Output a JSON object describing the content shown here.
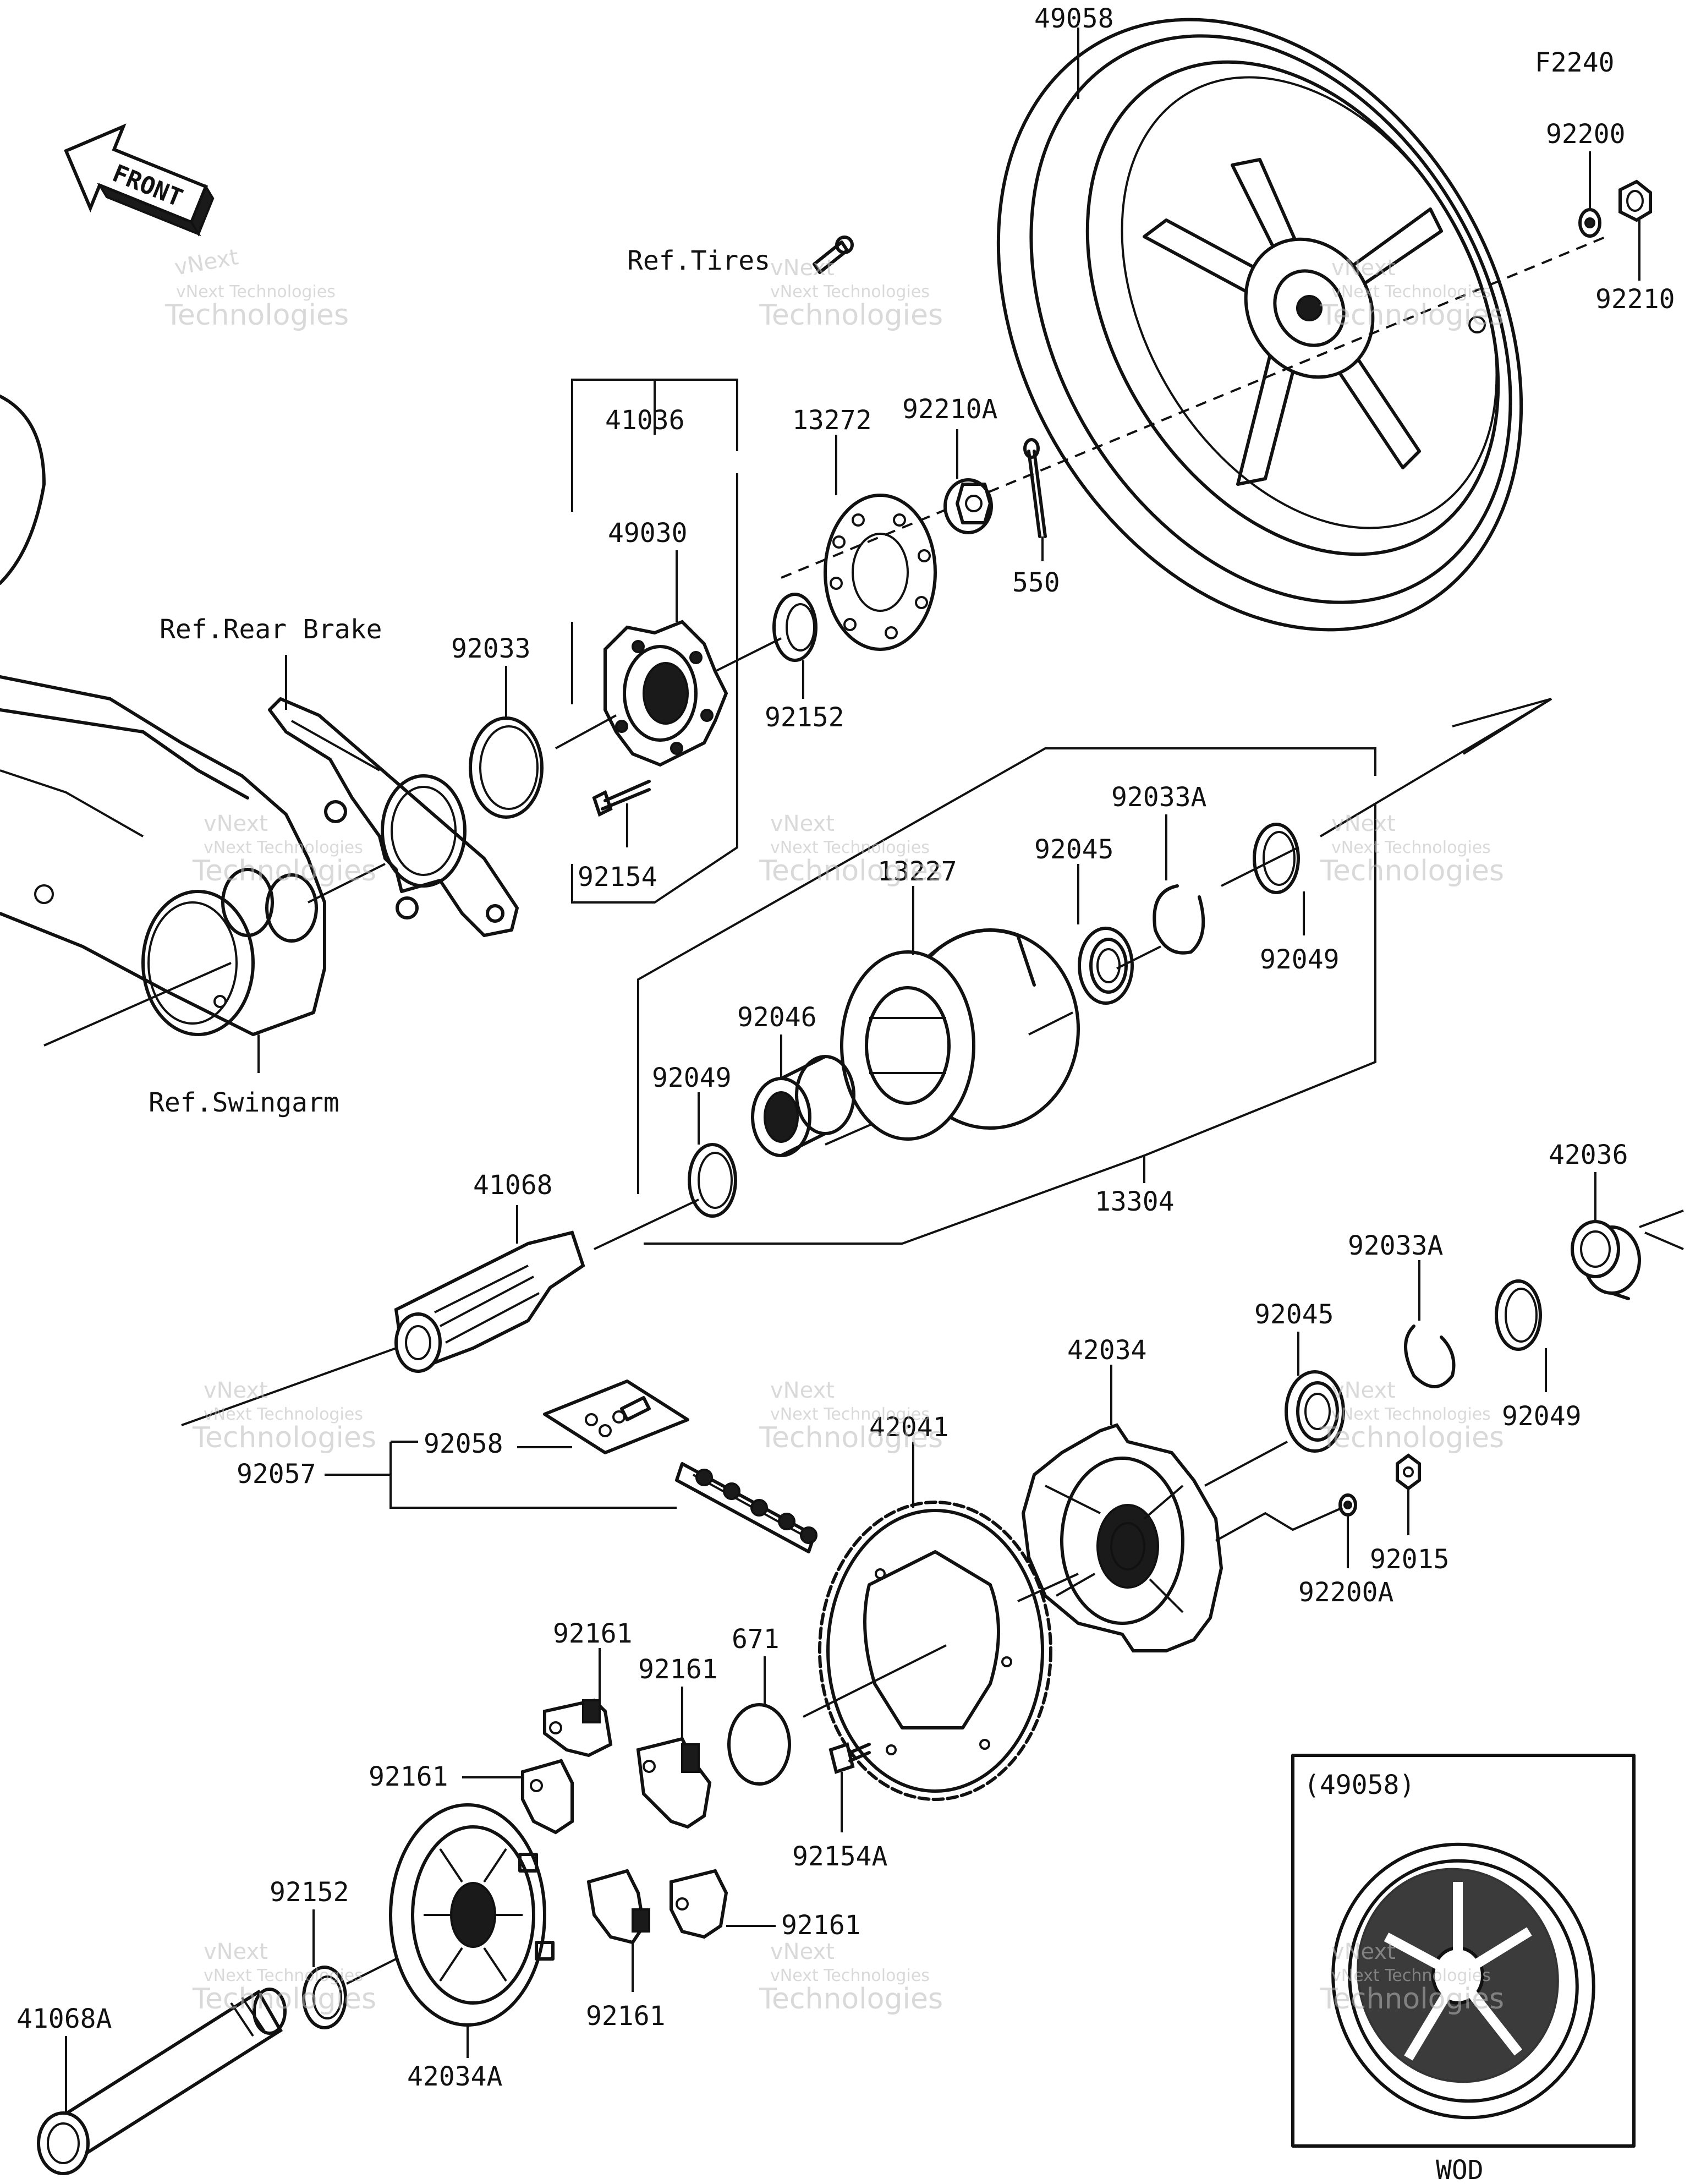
{
  "figure_code": "F2240",
  "front_arrow_text": "FRONT",
  "inset": {
    "ref": "(49058)",
    "caption": "WOD"
  },
  "watermark": {
    "line1": "vNext Technologies",
    "line2": "Technologies",
    "tag": "vNext"
  },
  "references": {
    "tires": "Ref.Tires",
    "rear_brake": "Ref.Rear Brake",
    "swingarm": "Ref.Swingarm"
  },
  "parts": {
    "p49058": "49058",
    "p92200": "92200",
    "p92210": "92210",
    "p41036": "41036",
    "p49030": "49030",
    "p13272": "13272",
    "p92210A": "92210A",
    "p550": "550",
    "p92033": "92033",
    "p92152_top": "92152",
    "p92154": "92154",
    "p13227": "13227",
    "p92045_top": "92045",
    "p92033A_top": "92033A",
    "p92049_top_r": "92049",
    "p92046": "92046",
    "p92049_top_l": "92049",
    "p13304": "13304",
    "p41068": "41068",
    "p42036": "42036",
    "p92033A_bot": "92033A",
    "p92045_bot": "92045",
    "p42034": "42034",
    "p92049_bot": "92049",
    "p92058": "92058",
    "p92057": "92057",
    "p42041": "42041",
    "p92015": "92015",
    "p92200A": "92200A",
    "p92161_a": "92161",
    "p92161_b": "92161",
    "p671": "671",
    "p92161_c": "92161",
    "p92154A": "92154A",
    "p92152_bot": "92152",
    "p92161_d": "92161",
    "p92161_e": "92161",
    "p41068A": "41068A",
    "p42034A": "42034A"
  }
}
